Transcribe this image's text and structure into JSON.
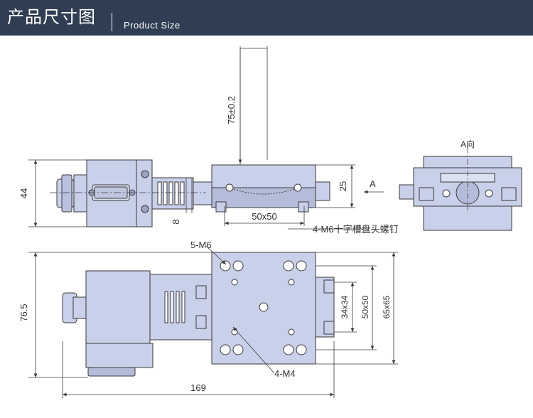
{
  "header": {
    "title": "产品尺寸图",
    "subtitle": "Product Size"
  },
  "dimensions": {
    "height_44": "44",
    "stroke": "75±0.2",
    "height_25": "25",
    "width_8": "8",
    "table_50x50": "50x50",
    "screw_note": "4-M6十字槽盘头螺钉",
    "arrow_a": "A",
    "view_a": "A向",
    "tap_5m6": "5-M6",
    "tap_4m4": "4-M4",
    "height_76_5": "76.5",
    "dim_34x34": "34x34",
    "dim_50x50_v": "50x50",
    "dim_65x65": "65x65",
    "length_169": "169"
  },
  "colors": {
    "header_bg": "#2f3e52",
    "part_fill": "#c9d0ea",
    "line": "#3a3a3a"
  }
}
